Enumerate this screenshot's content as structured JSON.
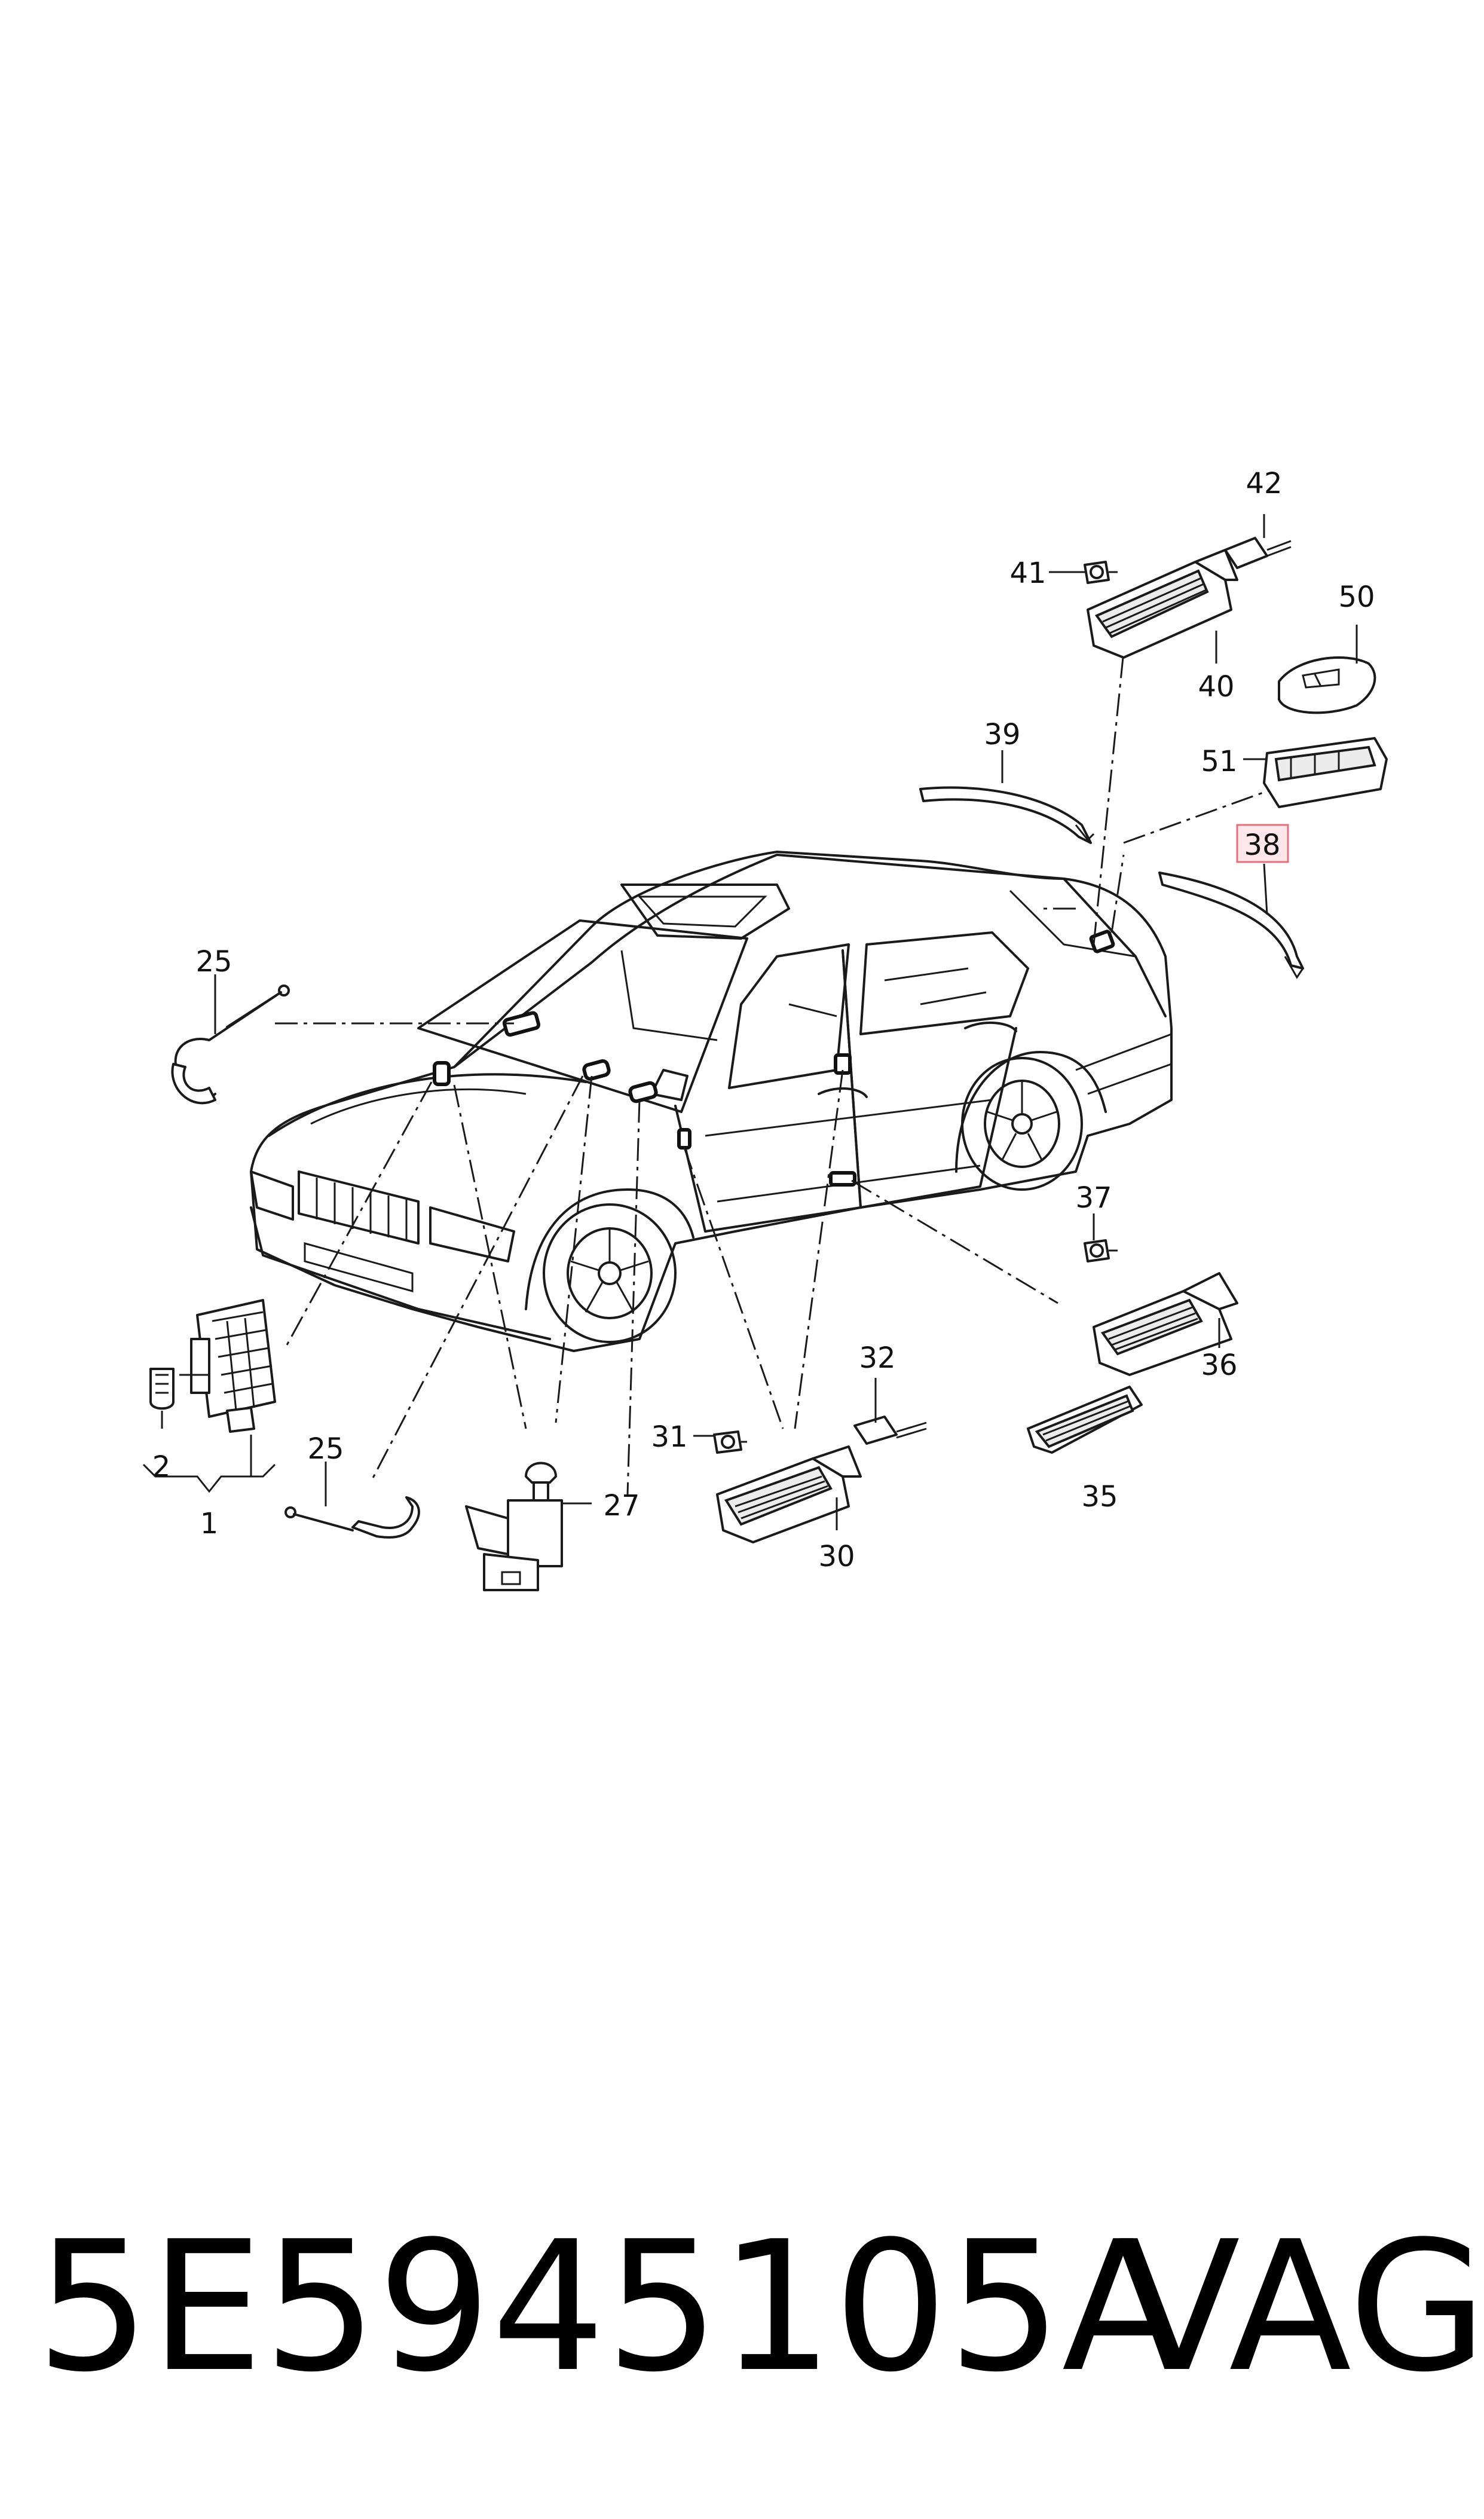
{
  "callouts": {
    "n1": "1",
    "n2": "2",
    "n25a": "25",
    "n25b": "25",
    "n27": "27",
    "n30": "30",
    "n31": "31",
    "n32": "32",
    "n35": "35",
    "n36": "36",
    "n37": "37",
    "n38": "38",
    "n39": "39",
    "n40": "40",
    "n41": "41",
    "n42": "42",
    "n50": "50",
    "n51": "51"
  },
  "highlighted_callout": "38",
  "colors": {
    "highlight_fill": "#fde7ea",
    "highlight_stroke": "#e0707e",
    "line": "#1a1a1a"
  },
  "footer": {
    "part_number": "5E5945105A",
    "brand": "VAG"
  }
}
